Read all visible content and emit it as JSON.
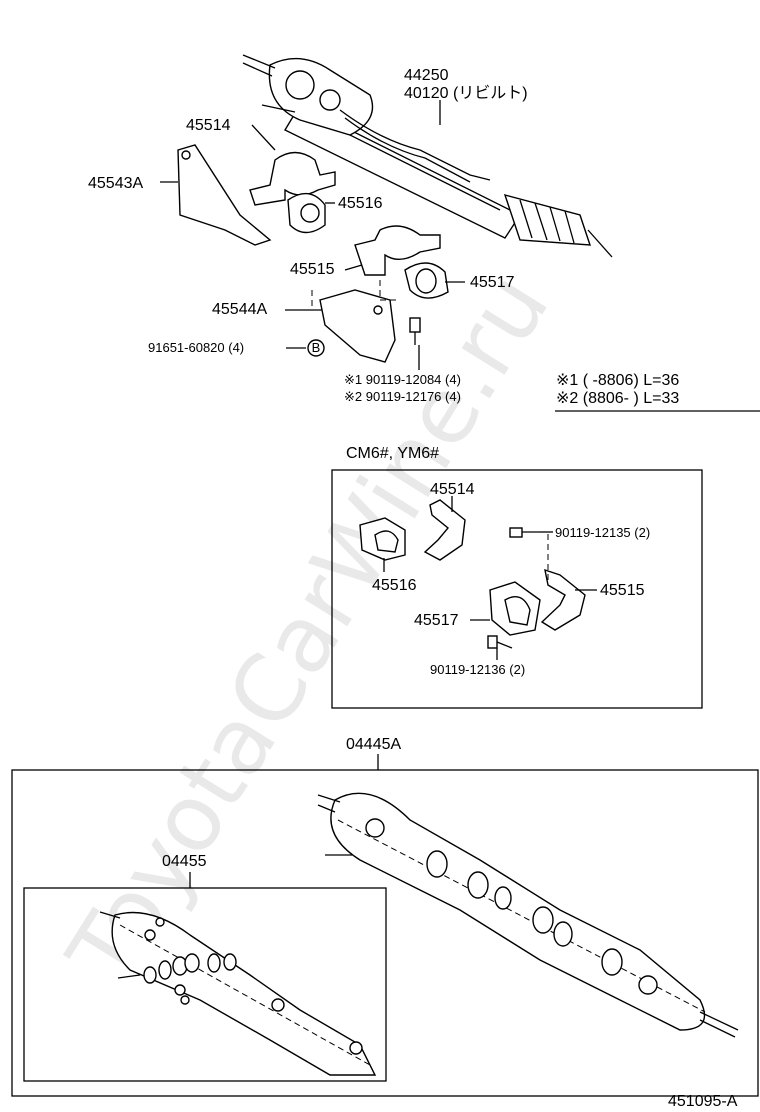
{
  "watermark": "ToyotaCarWine.ru",
  "top": {
    "gear_part_1": "44250",
    "gear_part_2": "40120 (リビルト)",
    "bracket_left": "45514",
    "cover_left": "45543A",
    "bushing_left": "45516",
    "bracket_right": "45515",
    "bushing_right": "45517",
    "cover_right": "45544A",
    "bolt_part": "91651-60820 (4)",
    "bolt_marker": "B",
    "bolt_alt_1": "※1 90119-12084 (4)",
    "bolt_alt_2": "※2 90119-12176 (4)",
    "note_1": "※1 (      -8806) L=36",
    "note_2": "※2 (8806-      ) L=33"
  },
  "inset": {
    "title": "CM6#, YM6#",
    "bracket_left": "45514",
    "bushing_left": "45516",
    "bolt_top": "90119-12135 (2)",
    "bracket_right": "45515",
    "bushing_right": "45517",
    "bolt_bottom": "90119-12136 (2)"
  },
  "bottom": {
    "housing_assy": "04445A",
    "sub_kit": "04455"
  },
  "figure_id": "451095-A"
}
